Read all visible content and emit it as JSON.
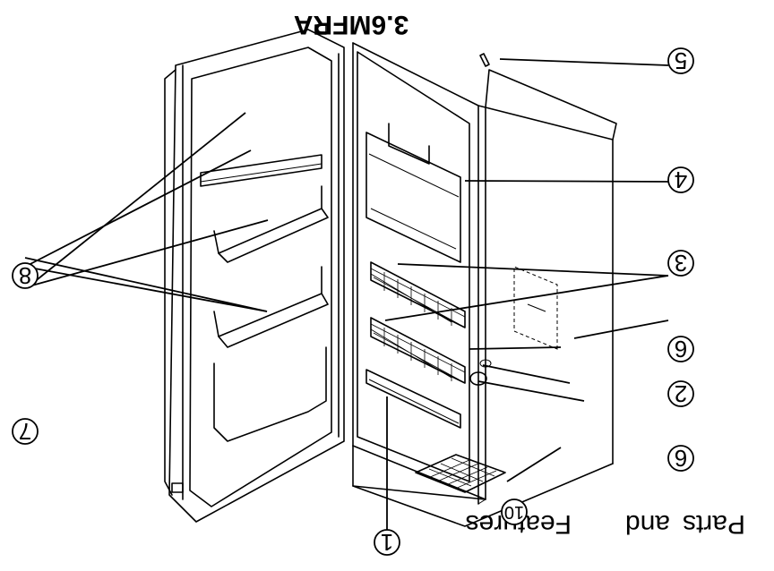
{
  "diagram": {
    "title": "3.6MFRA",
    "caption_word_1": "Parts",
    "caption_word_2": "and",
    "caption_word_3": "Features",
    "callouts": [
      {
        "id": "c1",
        "label": "1"
      },
      {
        "id": "c2",
        "label": "2"
      },
      {
        "id": "c3",
        "label": "3"
      },
      {
        "id": "c4",
        "label": "4"
      },
      {
        "id": "c5",
        "label": "5"
      },
      {
        "id": "c6a",
        "label": "6"
      },
      {
        "id": "c6b",
        "label": "6"
      },
      {
        "id": "c7",
        "label": "7"
      },
      {
        "id": "c8",
        "label": "8"
      },
      {
        "id": "c10",
        "label": "10"
      }
    ]
  }
}
